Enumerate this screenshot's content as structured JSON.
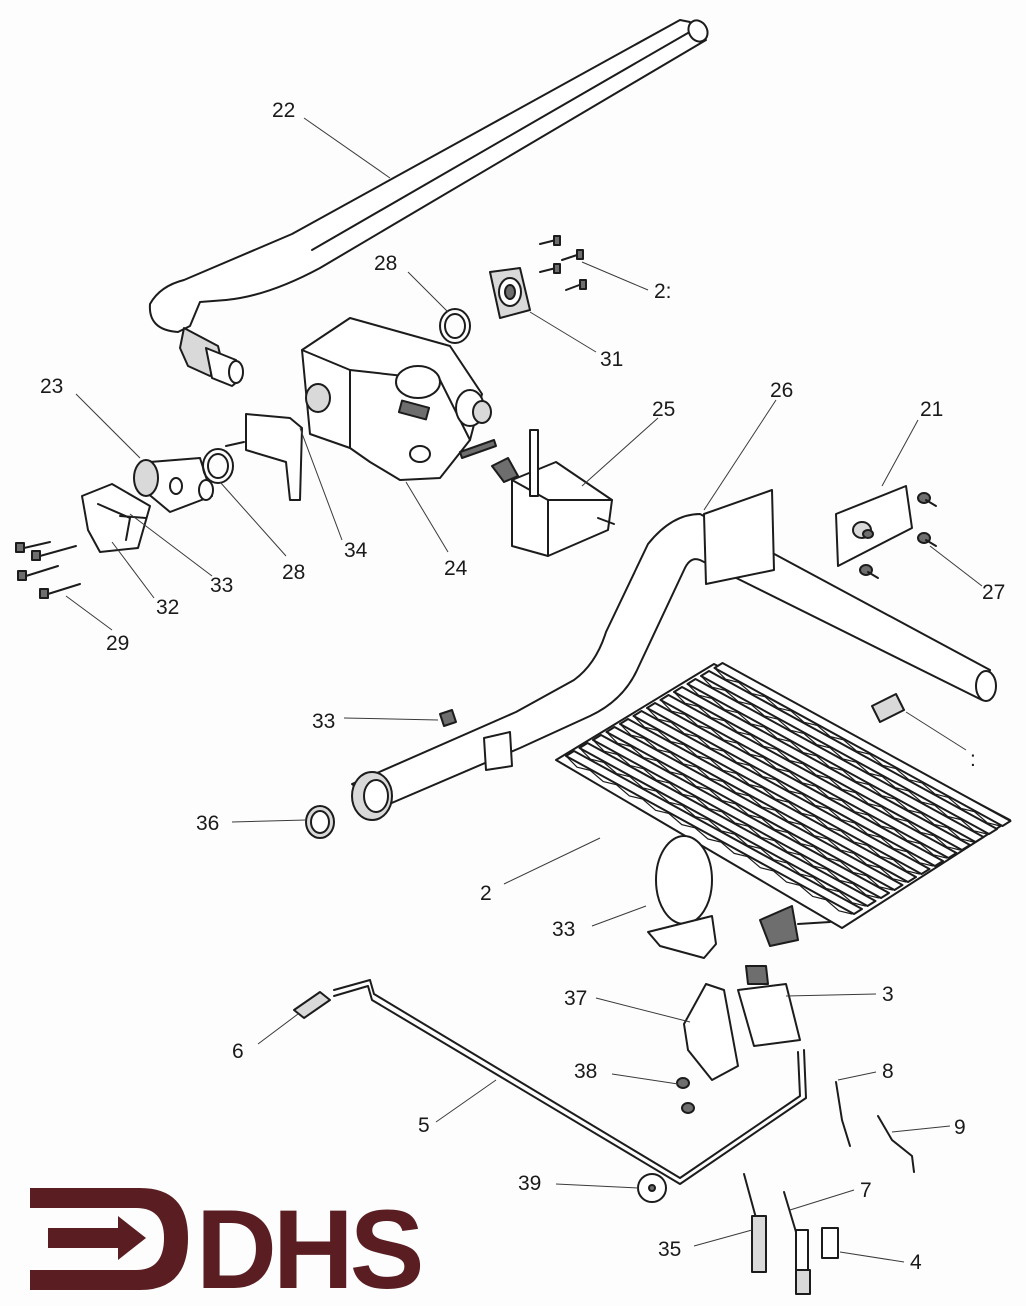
{
  "brand": {
    "text": "DHS"
  },
  "colors": {
    "brand": "#5a1e22",
    "line": "#1c1c1c"
  },
  "labels": {
    "l22": "22",
    "l28a": "28",
    "l2top": "2:",
    "l31": "31",
    "l23": "23",
    "l25": "25",
    "l26": "26",
    "l21": "21",
    "l34": "34",
    "l24": "24",
    "l28b": "28",
    "l33a": "33",
    "l32": "32",
    "l29": "29",
    "l27": "27",
    "l33b": "33",
    "l36": "36",
    "lcolon": ":",
    "l2": "2",
    "l33c": "33",
    "l37": "37",
    "l3": "3",
    "l6": "6",
    "l38": "38",
    "l8": "8",
    "l5": "5",
    "l9": "9",
    "l39": "39",
    "l7": "7",
    "l35": "35",
    "l4": "4"
  }
}
